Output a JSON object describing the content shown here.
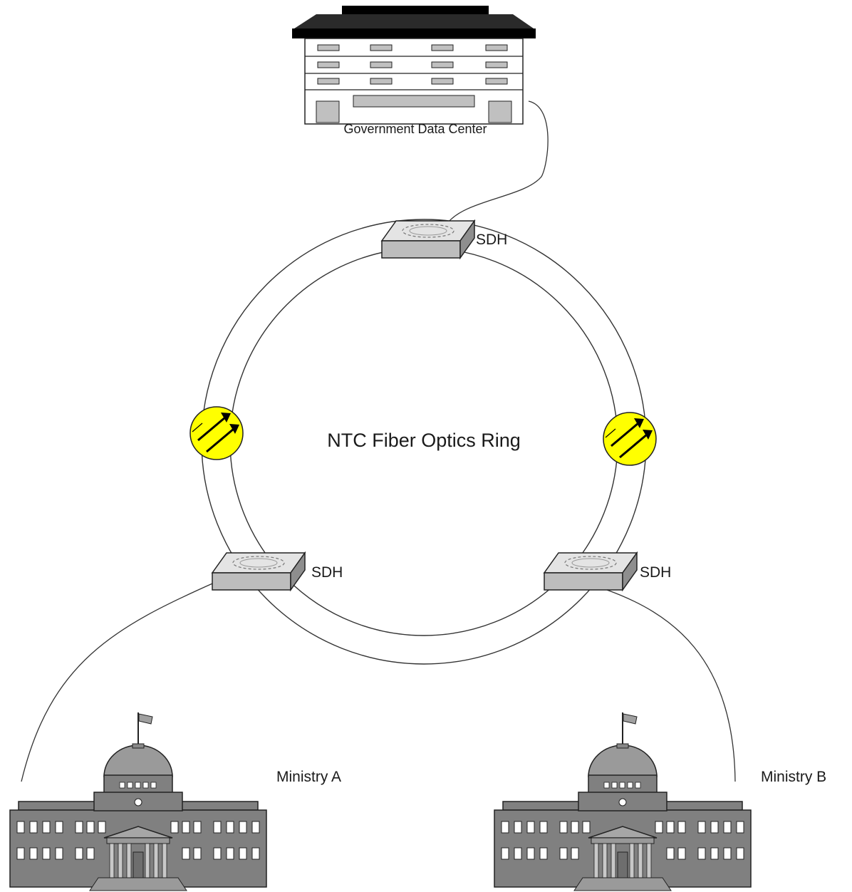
{
  "diagram": {
    "data_center_label": "Government Data Center",
    "ring_label": "NTC Fiber Optics Ring",
    "sdh_top_label": "SDH",
    "sdh_left_label": "SDH",
    "sdh_right_label": "SDH",
    "ministry_a_label": "Ministry A",
    "ministry_b_label": "Ministry B"
  },
  "colors": {
    "building_gray": "#c0c0c0",
    "roof_black": "#000000",
    "ministry_gray": "#808080",
    "amplifier_yellow": "#ffff00",
    "line": "#333333"
  },
  "icons": [
    "office-building-icon",
    "sdh-switch-icon",
    "optical-amplifier-icon",
    "government-building-icon"
  ]
}
